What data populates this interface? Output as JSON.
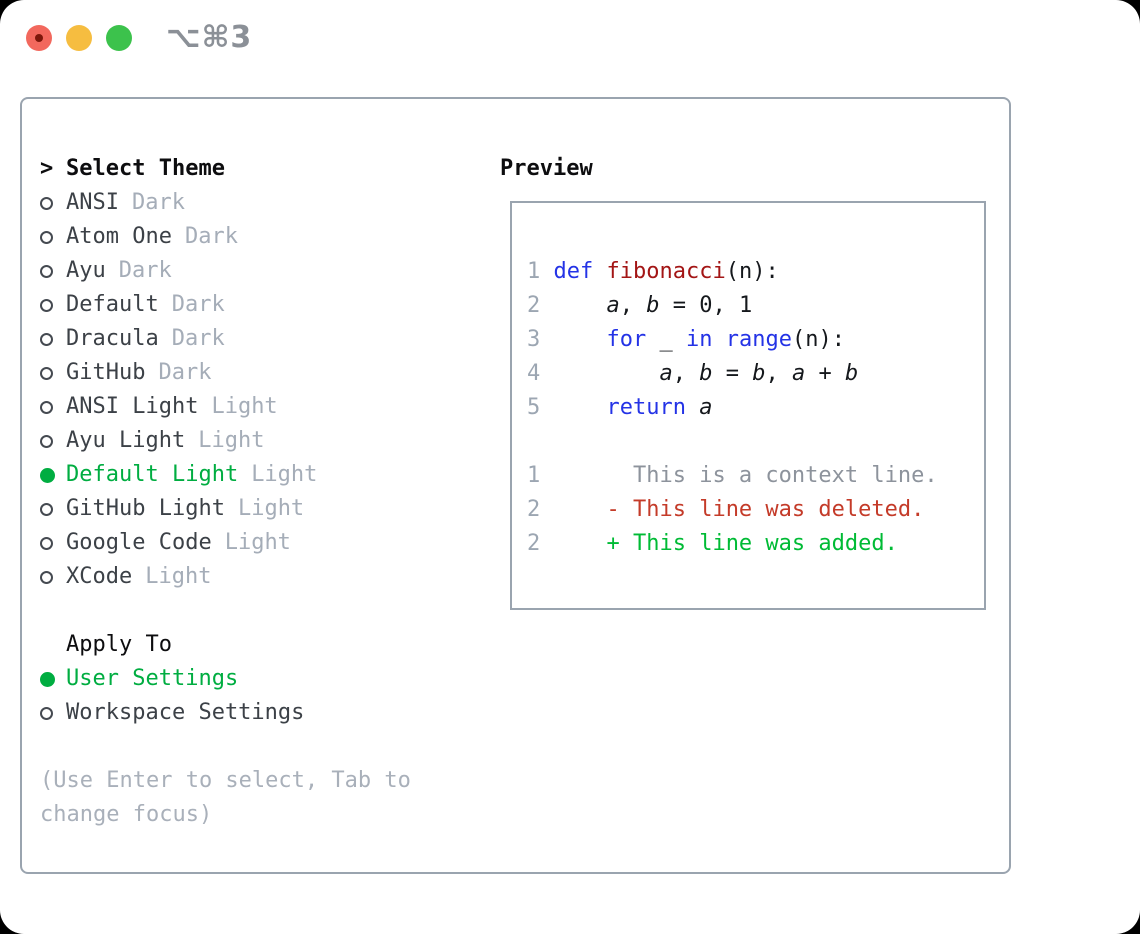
{
  "window": {
    "shortcut_label": "⌥⌘3",
    "traffic_lights": [
      "close-button",
      "minimize-button",
      "zoom-button"
    ]
  },
  "theme_selector": {
    "prompt": ">",
    "title": "Select Theme",
    "items": [
      {
        "name": "ANSI",
        "variant": "Dark",
        "selected": false
      },
      {
        "name": "Atom One",
        "variant": "Dark",
        "selected": false
      },
      {
        "name": "Ayu",
        "variant": "Dark",
        "selected": false
      },
      {
        "name": "Default",
        "variant": "Dark",
        "selected": false
      },
      {
        "name": "Dracula",
        "variant": "Dark",
        "selected": false
      },
      {
        "name": "GitHub",
        "variant": "Dark",
        "selected": false
      },
      {
        "name": "ANSI Light",
        "variant": "Light",
        "selected": false
      },
      {
        "name": "Ayu Light",
        "variant": "Light",
        "selected": false
      },
      {
        "name": "Default Light",
        "variant": "Light",
        "selected": true
      },
      {
        "name": "GitHub Light",
        "variant": "Light",
        "selected": false
      },
      {
        "name": "Google Code",
        "variant": "Light",
        "selected": false
      },
      {
        "name": "XCode",
        "variant": "Light",
        "selected": false
      }
    ]
  },
  "apply_to": {
    "title": "Apply To",
    "options": [
      {
        "name": "User Settings",
        "selected": true
      },
      {
        "name": "Workspace Settings",
        "selected": false
      }
    ]
  },
  "hint": "(Use Enter to select, Tab to change focus)",
  "preview": {
    "title": "Preview",
    "code_lines": [
      {
        "number": "1",
        "tokens": [
          [
            "keyword",
            "def"
          ],
          [
            "plain",
            " "
          ],
          [
            "function",
            "fibonacci"
          ],
          [
            "plain",
            "(n):"
          ]
        ]
      },
      {
        "number": "2",
        "tokens": [
          [
            "plain",
            "    "
          ],
          [
            "variable",
            "a"
          ],
          [
            "plain",
            ", "
          ],
          [
            "variable",
            "b"
          ],
          [
            "plain",
            " = 0, 1"
          ]
        ]
      },
      {
        "number": "3",
        "tokens": [
          [
            "plain",
            "    "
          ],
          [
            "keyword",
            "for"
          ],
          [
            "plain",
            " _ "
          ],
          [
            "keyword",
            "in"
          ],
          [
            "plain",
            " "
          ],
          [
            "keyword",
            "range"
          ],
          [
            "plain",
            "(n):"
          ]
        ]
      },
      {
        "number": "4",
        "tokens": [
          [
            "plain",
            "        "
          ],
          [
            "variable",
            "a"
          ],
          [
            "plain",
            ", "
          ],
          [
            "variable",
            "b"
          ],
          [
            "plain",
            " = "
          ],
          [
            "variable",
            "b"
          ],
          [
            "plain",
            ", "
          ],
          [
            "variable",
            "a"
          ],
          [
            "plain",
            " + "
          ],
          [
            "variable",
            "b"
          ]
        ]
      },
      {
        "number": "5",
        "tokens": [
          [
            "plain",
            "    "
          ],
          [
            "keyword",
            "return"
          ],
          [
            "plain",
            " "
          ],
          [
            "variable",
            "a"
          ]
        ]
      }
    ],
    "diff_lines": [
      {
        "number": "1",
        "sign": "",
        "text": "This is a context line.",
        "type": "context"
      },
      {
        "number": "2",
        "sign": "-",
        "text": "This line was deleted.",
        "type": "deleted"
      },
      {
        "number": "2",
        "sign": "+",
        "text": "This line was added.",
        "type": "added"
      }
    ]
  },
  "colors": {
    "green_selected": "#00ad41",
    "added_green": "#00bb35",
    "deleted_red": "#c43b29",
    "keyword_blue": "#2433e6",
    "function_red": "#a31515",
    "code_text": "#15181c",
    "line_number": "#9ca6b2",
    "context_gray": "#8d939c",
    "item_text": "#3c4147",
    "radio_ring": "#454a51",
    "badge_gray": "#a5adb8",
    "hint_gray": "#a9b0ba",
    "heading_black": "#0d0d0f",
    "border_gray": "#9aa4af",
    "shortcut_gray": "#8b9097",
    "traffic_red": "#f2685d",
    "traffic_red_dot": "#7c170b",
    "traffic_yellow": "#f6bd40",
    "traffic_green": "#3cc24c"
  }
}
